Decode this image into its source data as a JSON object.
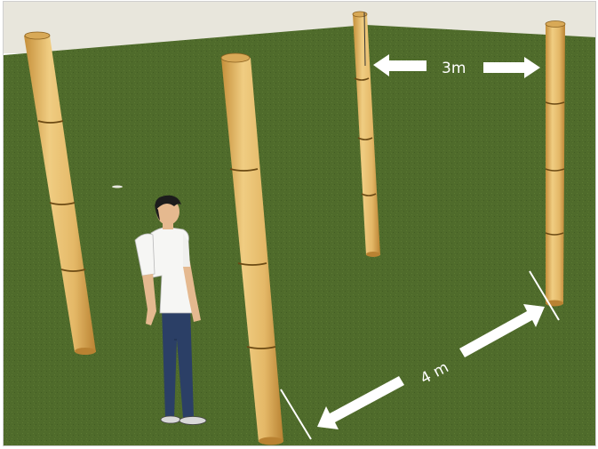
{
  "diagram": {
    "dimension_labels": {
      "top_gap": "3m",
      "bottom_gap": "4 m"
    },
    "colors": {
      "ground": "#4e6a2a",
      "ground_dark": "#3f5a22",
      "sky": "#e8e6dc",
      "pole": "#e5bd6c",
      "pole_shade": "#c9953e",
      "pole_ring": "#6b4a14",
      "arrow": "#ffffff",
      "shirt": "#f6f6f4",
      "trousers": "#2b3f66",
      "hair": "#1c1c1c",
      "skin": "#e5b98f"
    },
    "icons": [
      "bamboo-pole",
      "person",
      "dimension-arrow"
    ]
  }
}
